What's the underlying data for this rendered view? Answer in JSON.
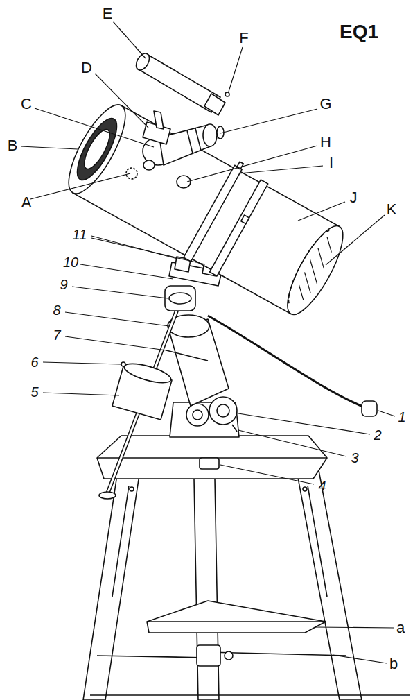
{
  "diagram": {
    "title": "EQ1",
    "labels": [
      "A",
      "B",
      "C",
      "D",
      "E",
      "F",
      "G",
      "H",
      "I",
      "J",
      "K",
      "11",
      "10",
      "9",
      "8",
      "7",
      "6",
      "5",
      "1",
      "2",
      "3",
      "4",
      "a",
      "b"
    ]
  }
}
